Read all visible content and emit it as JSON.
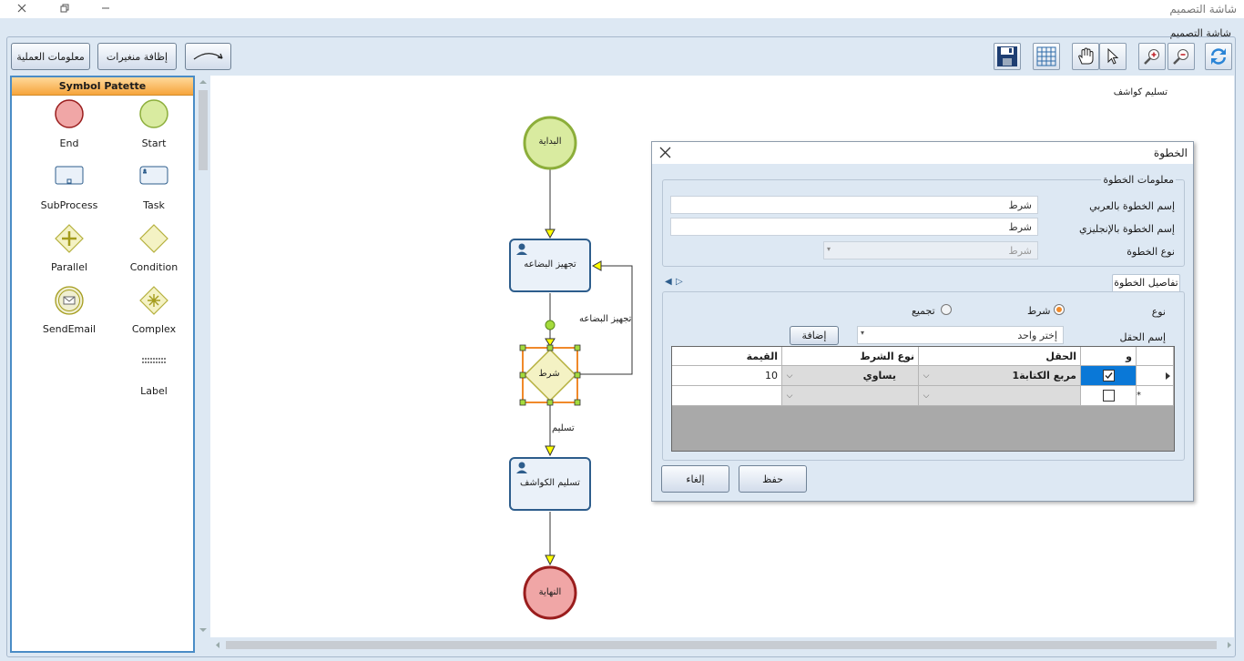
{
  "window": {
    "title": "شاشة التصميم"
  },
  "design_group_label": "شاشة التصميم",
  "toolbar": {
    "process_info": "معلومات العملية",
    "add_variables": "إظافة منغيرات",
    "connector_icon": "curved-arrow-icon",
    "tools": [
      "save-icon",
      "grid-icon",
      "hand-icon",
      "pointer-icon",
      "zoom-in-icon",
      "zoom-out-icon",
      "refresh-icon"
    ]
  },
  "palette": {
    "title": "Symbol Patette",
    "items": [
      {
        "label": "Start"
      },
      {
        "label": "End"
      },
      {
        "label": "Task"
      },
      {
        "label": "SubProcess"
      },
      {
        "label": "Condition"
      },
      {
        "label": "Parallel"
      },
      {
        "label": "Complex"
      },
      {
        "label": "SendEmail"
      },
      {
        "label": "Label"
      }
    ]
  },
  "canvas": {
    "top_label": "تسليم كواشف",
    "nodes": {
      "start": "البداية",
      "task1": "تجهيز البضاعه",
      "condition": "شرط",
      "task2": "تسليم الكواشف",
      "end": "النهاية"
    },
    "edge_labels": {
      "loop": "تجهيز البضاعه",
      "deliver": "تسليم"
    }
  },
  "dialog": {
    "title": "الخطوة",
    "info_group": "معلومات الخطوة",
    "fields": {
      "arabic_name_label": "إسم الخطوة بالعربي",
      "arabic_name_value": "شرط",
      "english_name_label": "إسم الخطوة بالإنجليزي",
      "english_name_value": "شرط",
      "type_label": "نوع الخطوة",
      "type_value": "شرط"
    },
    "details_tab": "تفاصيل الخطوة",
    "kind_label": "نوع",
    "radio_condition": "شرط",
    "radio_aggregate": "تجميع",
    "field_name_label": "إسم الحقل",
    "field_select_value": "إختر واحد",
    "add_button": "إضافة",
    "grid": {
      "headers": {
        "and": "و",
        "field": "الحقل",
        "condition_type": "نوع الشرط",
        "value": "القيمة"
      },
      "rows": [
        {
          "checked": true,
          "field": "مربع الكتابة1",
          "condition_type": "يساوي",
          "value": "10"
        },
        {
          "checked": false,
          "field": "",
          "condition_type": "",
          "value": ""
        }
      ],
      "new_row_marker": "*"
    },
    "save_button": "حفظ",
    "cancel_button": "إلغاء"
  }
}
